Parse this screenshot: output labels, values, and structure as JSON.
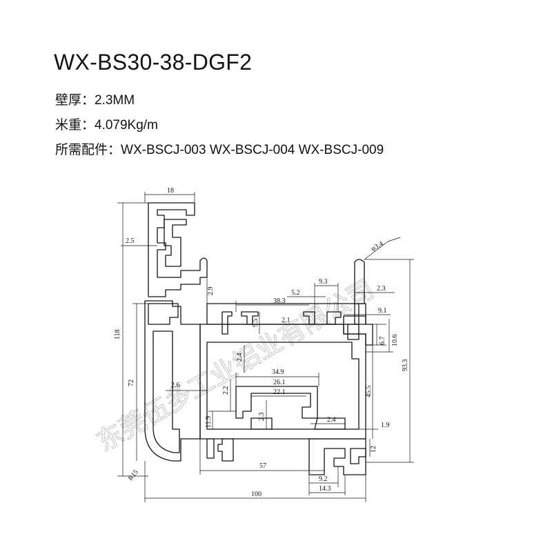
{
  "model": "WX-BS30-38-DGF2",
  "specs": {
    "wall_thickness_label": "壁厚：",
    "wall_thickness_value": "2.3MM",
    "weight_label": "米重：",
    "weight_value": "4.079Kg/m",
    "accessories_label": "所需配件：",
    "accessories_value": "WX-BSCJ-003 WX-BSCJ-004 WX-BSCJ-009"
  },
  "watermark": "东莞伍多工业铝业有限公司",
  "dimensions": {
    "d18": "18",
    "d2_5": "2.5",
    "d118": "118",
    "d72": "72",
    "d2_6": "2.6",
    "dR15": "R15",
    "d100": "100",
    "d57": "57",
    "d2_9": "2.9",
    "d38_3": "38.3",
    "d5_2": "5.2",
    "d9_3a": "9.3",
    "d9_5": "9.5",
    "d2_1": "2.1",
    "d2_4a": "2.4",
    "d34_9": "34.9",
    "d26_1": "26.1",
    "d22_1": "22.1",
    "d2_2": "2.2",
    "d2_3a": "2.3",
    "d11_9": "11.9",
    "d2_4b": "2.4",
    "d45_5": "45.5",
    "d3_4": "φ3.4",
    "d2_3b": "2.3",
    "d9_1": "9.1",
    "d6_7": "6.7",
    "d10_6": "10.6",
    "d93_3": "93.3",
    "d1_9": "1.9",
    "d12": "12",
    "d9_2": "9.2",
    "d14_3": "14.3"
  }
}
